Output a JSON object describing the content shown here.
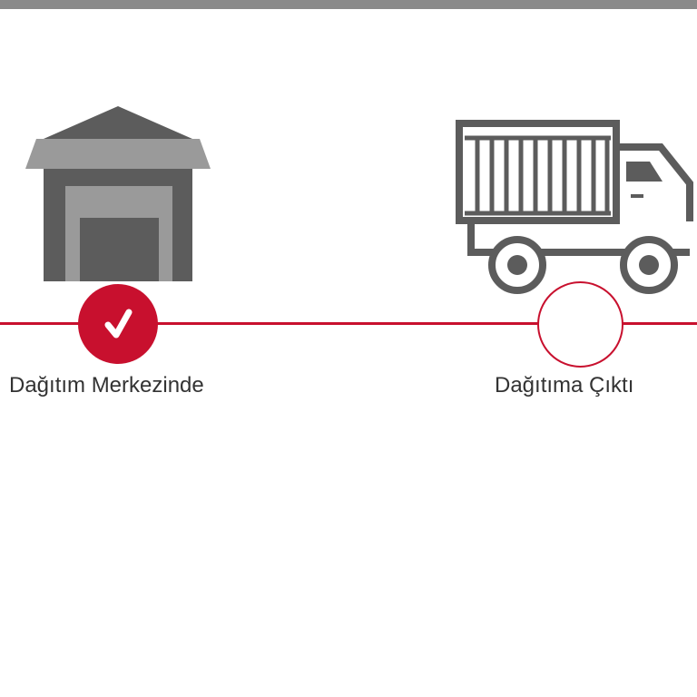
{
  "colors": {
    "accent": "#c8102e",
    "icon_dark": "#5c5c5c",
    "icon_light": "#9a9a9a",
    "top_bar": "#8a8a8a"
  },
  "steps": [
    {
      "label": "Dağıtım Merkezinde",
      "icon": "warehouse-icon",
      "status": "completed"
    },
    {
      "label": "Dağıtıma Çıktı",
      "icon": "truck-icon",
      "status": "pending"
    }
  ]
}
